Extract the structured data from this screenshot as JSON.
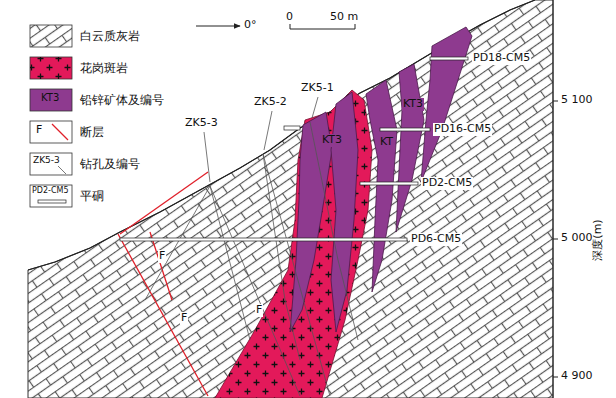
{
  "diagram": {
    "labels": [
      "0°",
      "0",
      "50 m",
      "ZK5-1",
      "ZK5-2",
      "ZK5-3",
      "KT3",
      "KT3",
      "KT",
      "PD18-CM5",
      "PD16-CM5",
      "PD2-CM5",
      "PD6-CM5",
      "F",
      "F",
      "F",
      "5 100",
      "5 000",
      "4 900",
      "深度(m)",
      "KT3",
      "F",
      "ZK5-3",
      "PD2-CM5"
    ],
    "legend": [
      {
        "text": "白云质灰岩"
      },
      {
        "text": "花岗斑岩",
        "color": "#e3195a"
      },
      {
        "text": "铅锌矿体及编号",
        "color": "#8e3a8f"
      },
      {
        "text": "断层"
      },
      {
        "text": "钻孔及编号"
      },
      {
        "text": "平硐"
      }
    ]
  }
}
